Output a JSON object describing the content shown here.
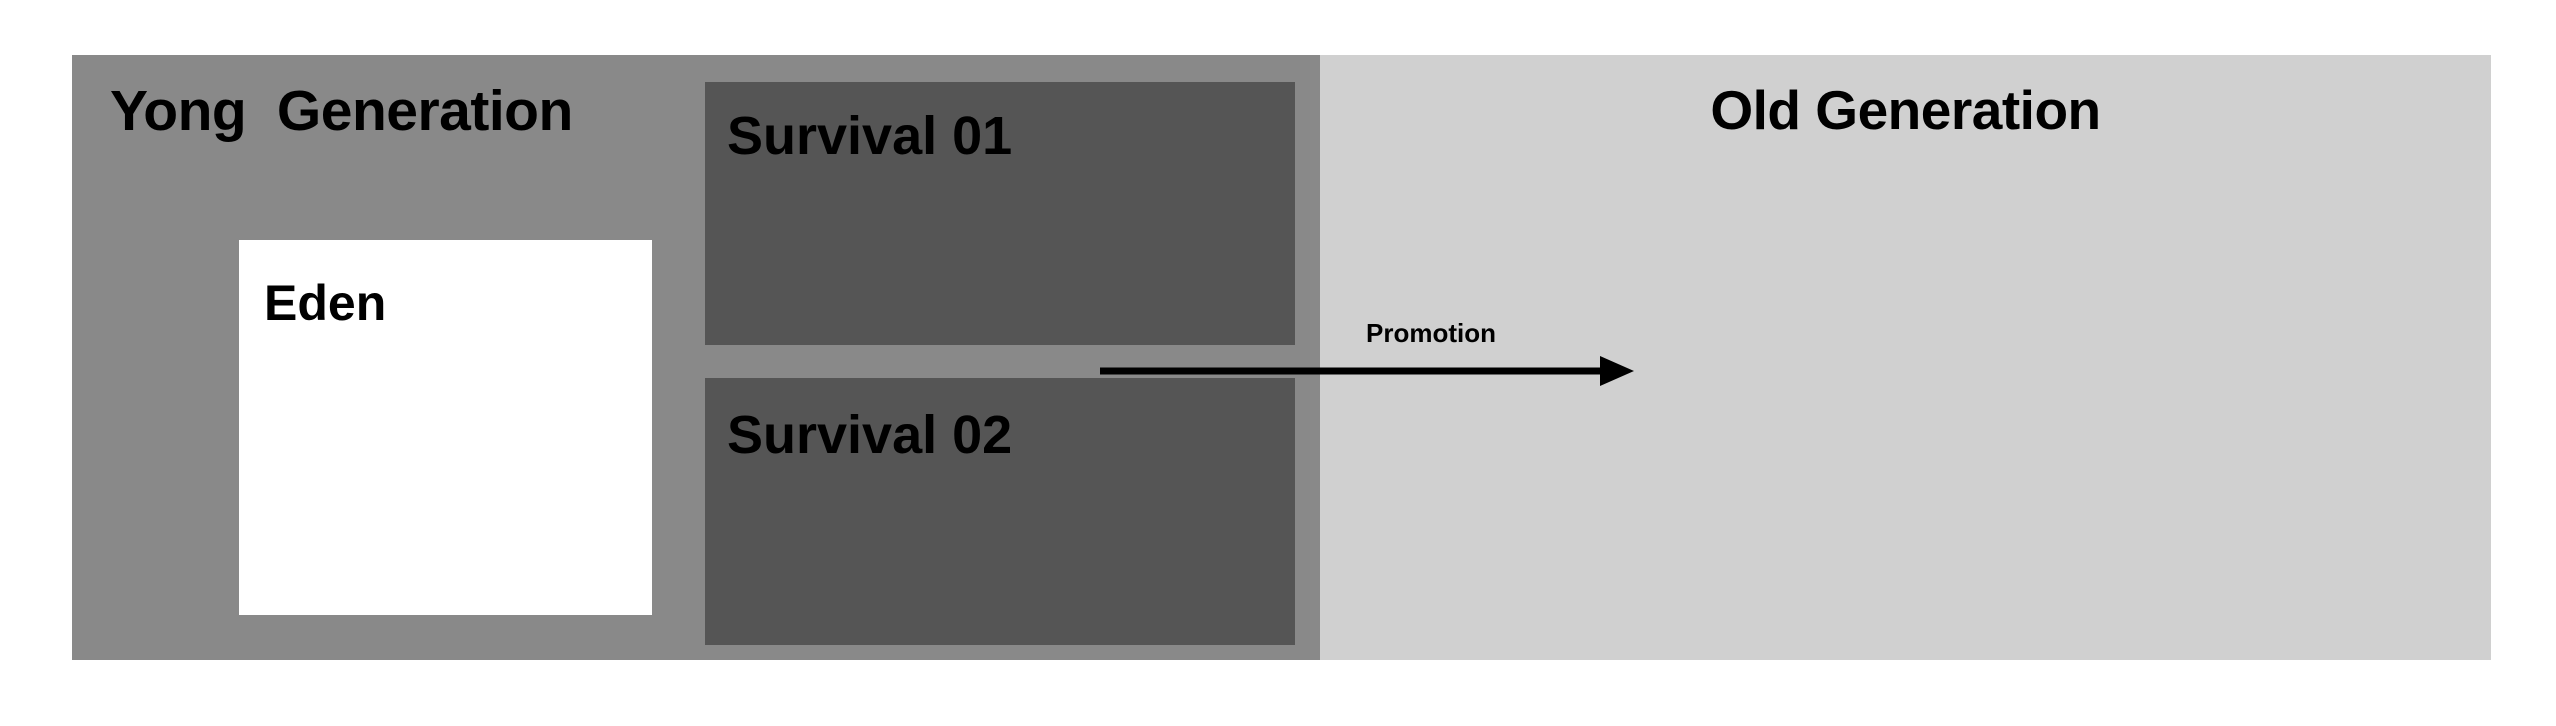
{
  "diagram": {
    "young_generation": {
      "title": "Yong  Generation",
      "bg_color": "#898989",
      "regions": [
        {
          "name": "eden",
          "label": "Eden",
          "bg_color": "#ffffff"
        },
        {
          "name": "survival-01",
          "label": "Survival 01",
          "bg_color": "#555555"
        },
        {
          "name": "survival-02",
          "label": "Survival 02",
          "bg_color": "#555555"
        }
      ]
    },
    "old_generation": {
      "title": "Old Generation",
      "bg_color": "#d0d0d0"
    },
    "arrow": {
      "label": "Promotion",
      "color": "#000000",
      "direction": "right"
    }
  }
}
